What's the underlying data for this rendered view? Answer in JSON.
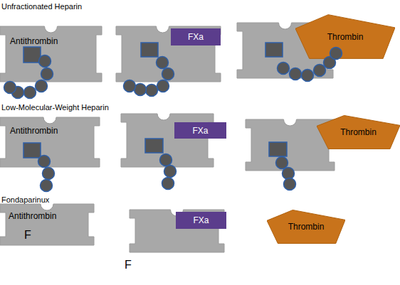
{
  "diagram": {
    "nodes": [
      {
        "text": [
          "Antithrombin"
        ]
      },
      {
        "text": [
          "FXa"
        ]
      },
      {
        "text": [
          "Thrombin"
        ]
      },
      {
        "text": [
          "Antithrombin"
        ]
      },
      {
        "text": [
          "FXa"
        ]
      },
      {
        "text": [
          "Thrombin"
        ]
      },
      {
        "text": [
          "Antithrombin"
        ]
      },
      {
        "text": [
          "F"
        ]
      },
      {
        "text": [
          "FXa"
        ]
      },
      {
        "text": [
          "Thrombin"
        ]
      },
      {
        "text": [
          "F"
        ]
      }
    ],
    "labels": [
      "Unfractionated Heparin",
      "Low-Molecular-Weight Heparin",
      "Fondaparinux"
    ]
  }
}
